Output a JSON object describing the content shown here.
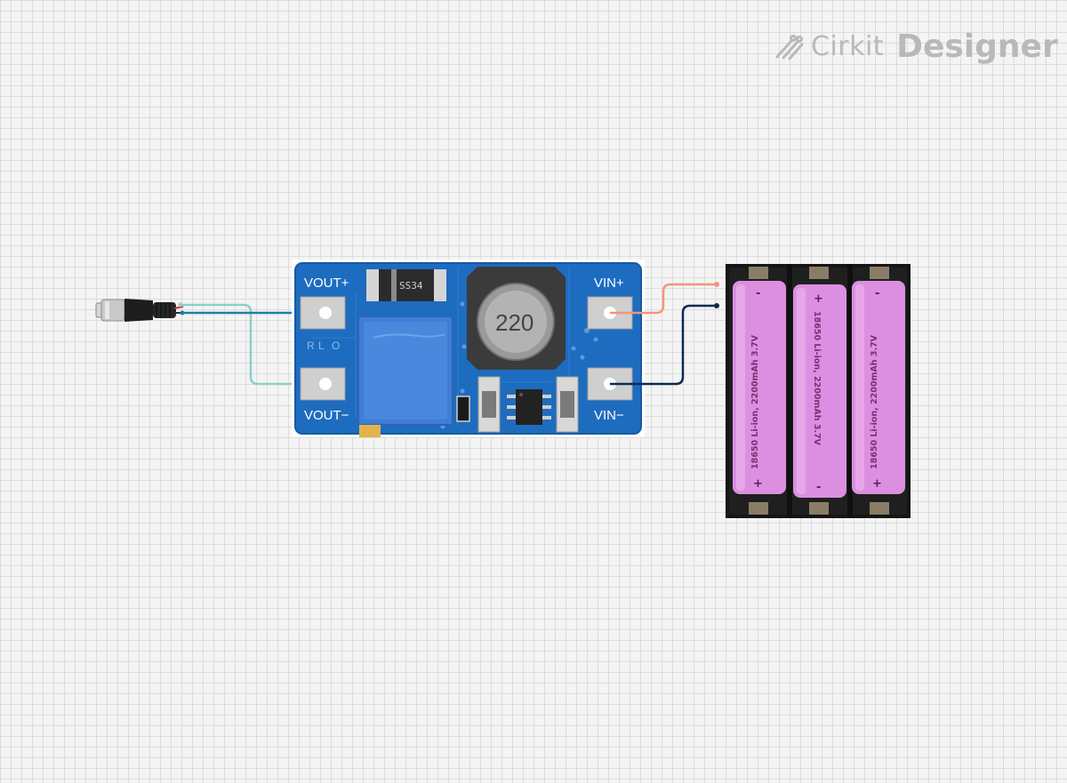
{
  "brand": {
    "name": "Cirkit",
    "product": "Designer",
    "icon": "cirkit-logo-icon",
    "color": "#b9b9b9"
  },
  "boost_converter": {
    "pins": {
      "vout_plus": "VOUT+",
      "vout_minus": "VOUT−",
      "vin_plus": "VIN+",
      "vin_minus": "VIN−"
    },
    "inductor_marking": "220",
    "diode_marking": "SS34",
    "pcb_color": "#1d6cc0"
  },
  "battery_holder": {
    "cells": [
      {
        "label": "18650 Li-ion, 2200mAh 3.7V",
        "top_sign": "-",
        "bottom_sign": "+"
      },
      {
        "label": "18650 Li-ion, 2200mAh 3.7V",
        "top_sign": "+",
        "bottom_sign": "-"
      },
      {
        "label": "18650 Li-ion, 2200mAh 3.7V",
        "top_sign": "-",
        "bottom_sign": "+"
      }
    ],
    "cell_color": "#dc8fe0"
  },
  "wires": {
    "colors": {
      "light_teal": "#8ecfca",
      "teal": "#1f7fa6",
      "salmon": "#f4947a",
      "navy": "#0f2a52"
    }
  }
}
